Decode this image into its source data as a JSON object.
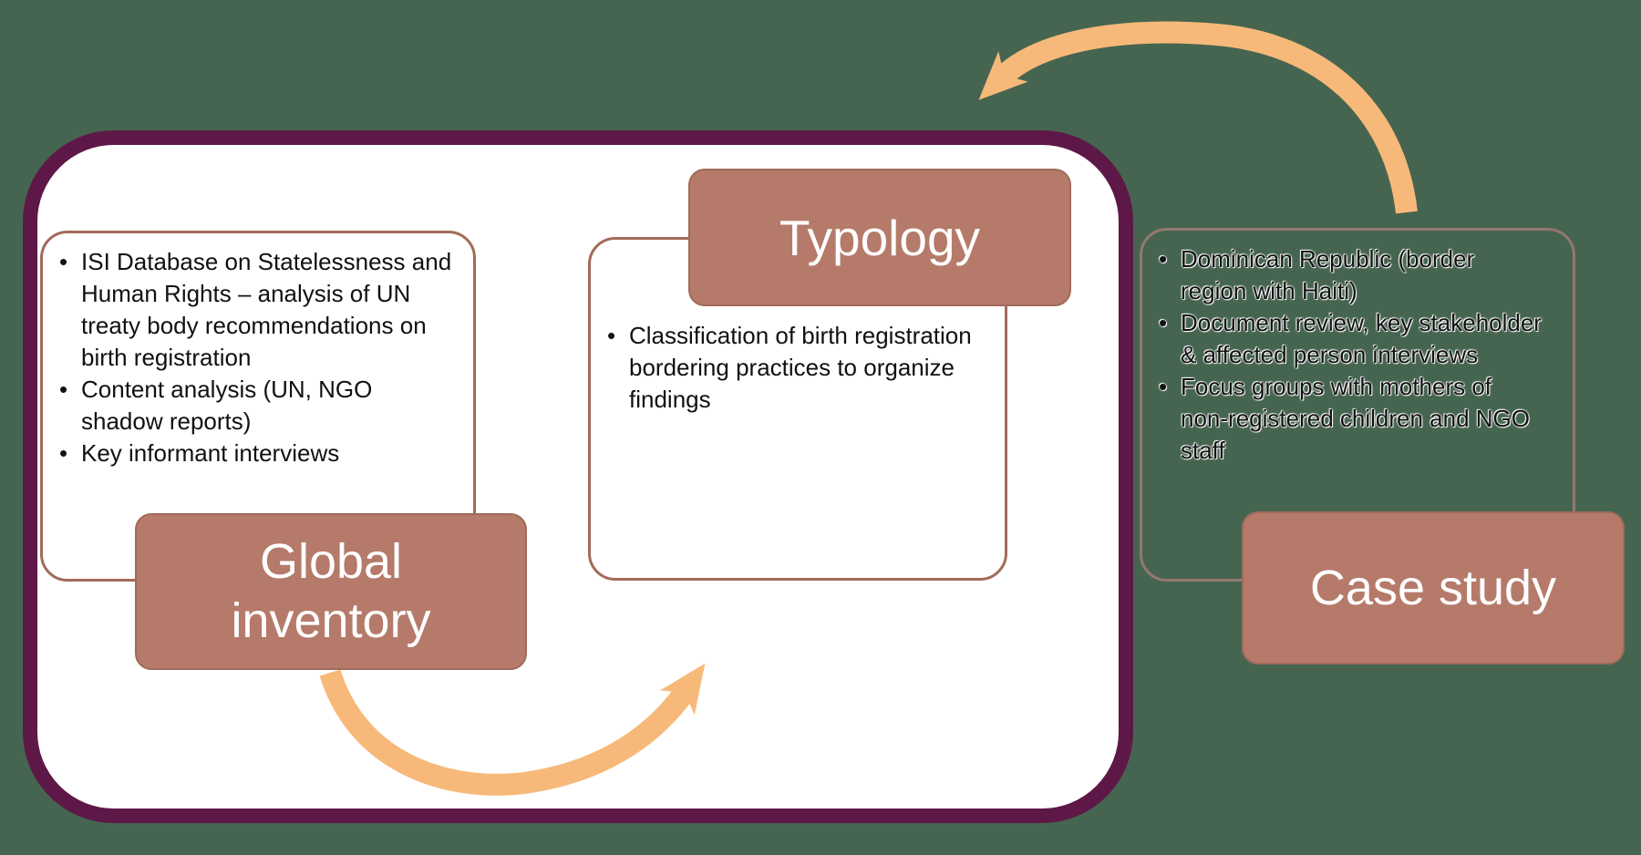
{
  "background_color": "#466550",
  "palette": {
    "panel_border": "#5e1847",
    "panel_fill": "#ffffff",
    "stage_fill": "#b57a6a",
    "stage_border": "#a06a5a",
    "detail_border": "#a26b59",
    "case_detail_border": "#94786e",
    "arrow": "#f7b97a",
    "text": "#111111",
    "title_text": "#ffffff"
  },
  "stages": [
    {
      "title_lines": [
        "Global",
        "inventory"
      ],
      "bullets": [
        [
          "ISI Database on Statelessness and",
          "Human Rights – analysis of UN",
          "treaty body recommendations on",
          "birth registration"
        ],
        [
          "Content analysis (UN, NGO",
          "shadow reports)"
        ],
        [
          "Key informant interviews"
        ]
      ]
    },
    {
      "title_lines": [
        "Typology"
      ],
      "bullets": [
        [
          "Classification of birth registration",
          "bordering practices to organize",
          "findings"
        ]
      ]
    },
    {
      "title_lines": [
        "Case study"
      ],
      "bullets": [
        [
          "Dominican Republic (border",
          "region with Haiti)"
        ],
        [
          "Document review, key stakeholder",
          "& affected person interviews"
        ],
        [
          "Focus groups with mothers of",
          "non-registered children and NGO",
          "staff"
        ]
      ]
    }
  ]
}
